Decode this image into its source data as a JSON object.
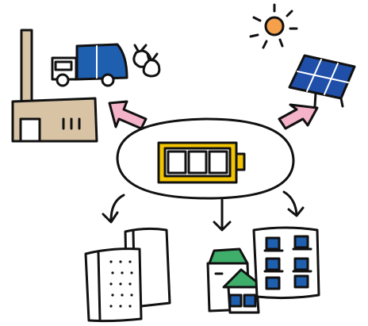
{
  "diagram": {
    "sources": [
      {
        "id": "waste-power-plant",
        "icons": [
          "factory-icon",
          "garbage-truck-icon",
          "garbage-bags-icon"
        ]
      },
      {
        "id": "solar-power",
        "icons": [
          "sun-icon",
          "solar-panel-icon"
        ]
      }
    ],
    "storage": {
      "icon": "battery-icon",
      "level_segments": 3
    },
    "consumers": [
      {
        "id": "office-buildings",
        "icon": "office-building-icon"
      },
      {
        "id": "houses",
        "icon": "house-icon"
      },
      {
        "id": "apartments",
        "icon": "apartment-icon"
      }
    ],
    "colors": {
      "battery": "#f2c500",
      "sun": "#f5a04a",
      "solar_panel": "#1f4fa8",
      "truck": "#1f5fb0",
      "house_roof": "#3fae6a",
      "factory": "#d8c3a5",
      "arrow_input": "#f4b3c8",
      "window": "#1f5fb0"
    }
  }
}
